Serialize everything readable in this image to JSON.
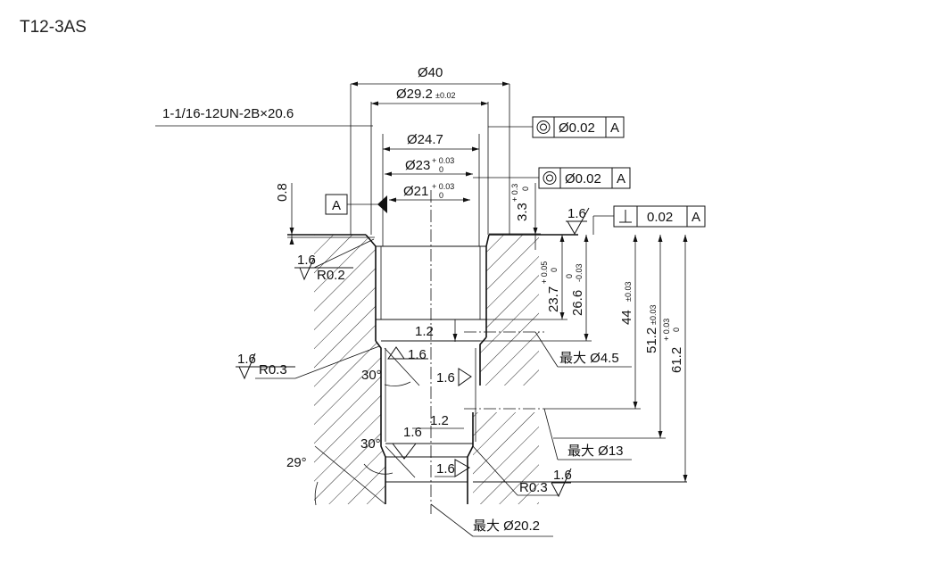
{
  "title": "T12-3AS",
  "thread_callout": "1-1/16-12UN-2B×20.6",
  "dims": {
    "d40": "Ø40",
    "d29_2": "Ø29.2",
    "d29_2_tol": "±0.02",
    "d24_7": "Ø24.7",
    "d23": "Ø23",
    "d23_tol_up": "+ 0.03",
    "d23_tol_lo": "0",
    "d21": "Ø21",
    "d21_tol_up": "+ 0.03",
    "d21_tol_lo": "0",
    "d0_8": "0.8",
    "d3_3": "3.3",
    "d3_3_tol_up": "+ 0.3",
    "d3_3_tol_lo": "0",
    "d23_7": "23.7",
    "d23_7_tol_up": "+ 0.05",
    "d23_7_tol_lo": "0",
    "d26_6": "26.6",
    "d26_6_tol_up": "0",
    "d26_6_tol_lo": "-0.03",
    "d44": "44",
    "d44_tol": "±0.03",
    "d51_2": "51.2",
    "d51_2_tol": "±0.03",
    "d61_2": "61.2",
    "d61_2_tol_up": "+ 0.03",
    "d61_2_tol_lo": "0",
    "len1_2_a": "1.2",
    "len1_2_b": "1.2",
    "ang30_a": "30°",
    "ang30_b": "30°",
    "ang29": "29°"
  },
  "frames": {
    "f1_tol": "Ø0.02",
    "f1_datum": "A",
    "f2_tol": "Ø0.02",
    "f2_datum": "A",
    "f3_tol": "0.02",
    "f3_datum": "A"
  },
  "datum_label": "A",
  "roughness": {
    "r_top": "1.6",
    "r_left": "1.6",
    "r_mid_left": "1.6",
    "r_a": "1.6",
    "r_b": "1.6",
    "r_c": "1.6",
    "r_d": "1.6",
    "r_bottom": "1.6"
  },
  "radii": {
    "r0_2": "R0.2",
    "r0_3_left": "R0.3",
    "r0_3_bottom": "R0.3"
  },
  "notes": {
    "max45": "最大 Ø4.5",
    "max13": "最大 Ø13",
    "max202": "最大 Ø20.2"
  }
}
